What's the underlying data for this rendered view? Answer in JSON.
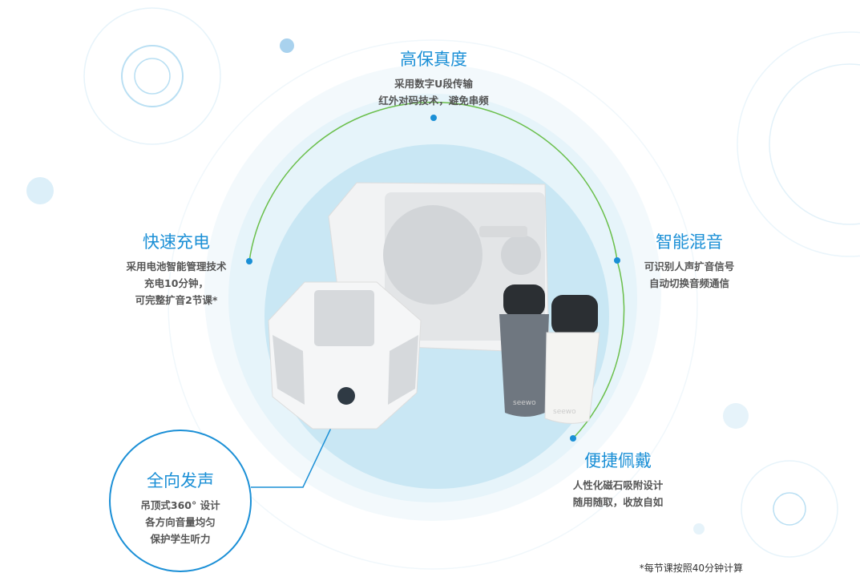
{
  "features": [
    {
      "title": "高保真度",
      "lines": [
        "采用数字U段传输",
        "红外对码技术，避免串频"
      ]
    },
    {
      "title": "快速充电",
      "lines": [
        "采用电池智能管理技术",
        "充电10分钟，",
        "可完整扩音2节课*"
      ]
    },
    {
      "title": "智能混音",
      "lines": [
        "可识别人声扩音信号",
        "自动切换音频通信"
      ]
    },
    {
      "title": "便捷佩戴",
      "lines": [
        "人性化磁石吸附设计",
        "随用随取，收放自如"
      ]
    },
    {
      "title": "全向发声",
      "lines": [
        "吊顶式360° 设计",
        "各方向音量均匀",
        "保护学生听力"
      ]
    }
  ],
  "footnote": "*每节课按照40分钟计算",
  "brand": "seewo",
  "colors": {
    "accent": "#1a8fd6",
    "arc": "#6abf4b",
    "circle": "#d3ecf7"
  }
}
